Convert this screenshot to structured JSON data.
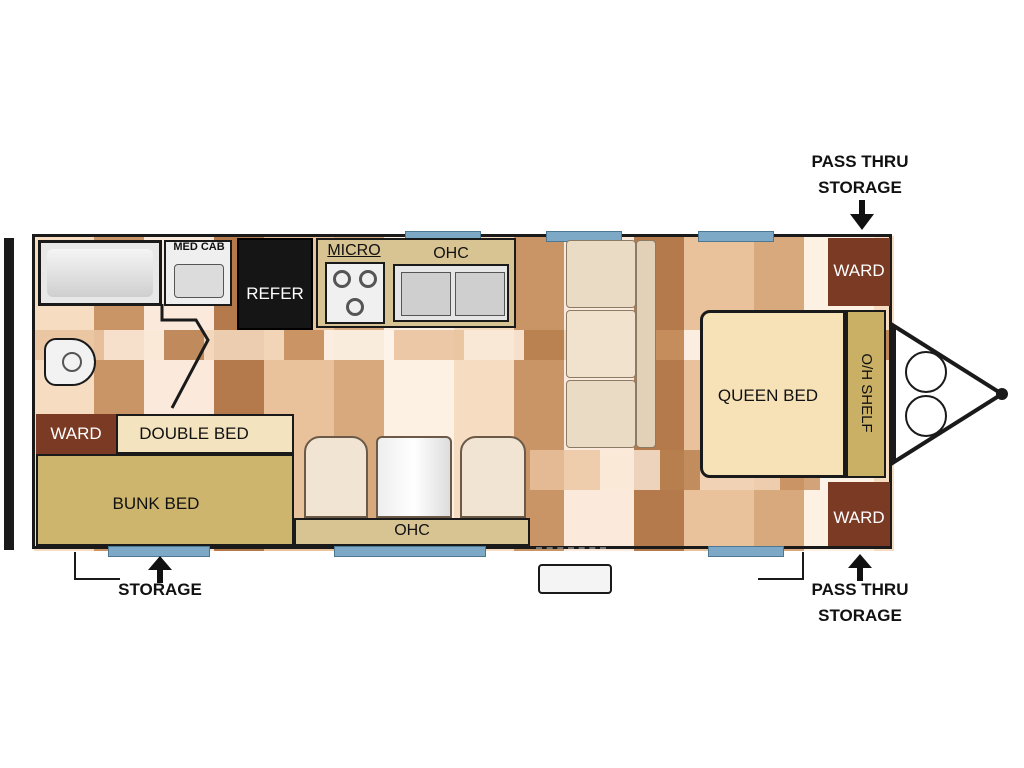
{
  "labels": {
    "med_cab": "MED CAB",
    "refer": "REFER",
    "micro": "MICRO",
    "ohc_top": "OHC",
    "ward_top_right": "WARD",
    "ward_left": "WARD",
    "double_bed": "DOUBLE BED",
    "bunk_bed": "BUNK BED",
    "ohc_bottom": "OHC",
    "queen_bed": "QUEEN BED",
    "oh_shelf": "O/H SHELF",
    "ward_bottom_right": "WARD",
    "storage": "STORAGE",
    "pass_thru_storage_top_line1": "PASS THRU",
    "pass_thru_storage_top_line2": "STORAGE",
    "pass_thru_storage_bottom_line1": "PASS THRU",
    "pass_thru_storage_bottom_line2": "STORAGE"
  },
  "colors": {
    "wall": "#1a1a1a",
    "window": "#7ea9c6",
    "ward": "#7a3a24",
    "bunk_bed": "#cdb56d",
    "double_bed": "#f4e3bf",
    "queen_bed": "#f7e2b8",
    "oh_shelf": "#c9b064",
    "counter": "#d8c393",
    "refer": "#151515"
  }
}
